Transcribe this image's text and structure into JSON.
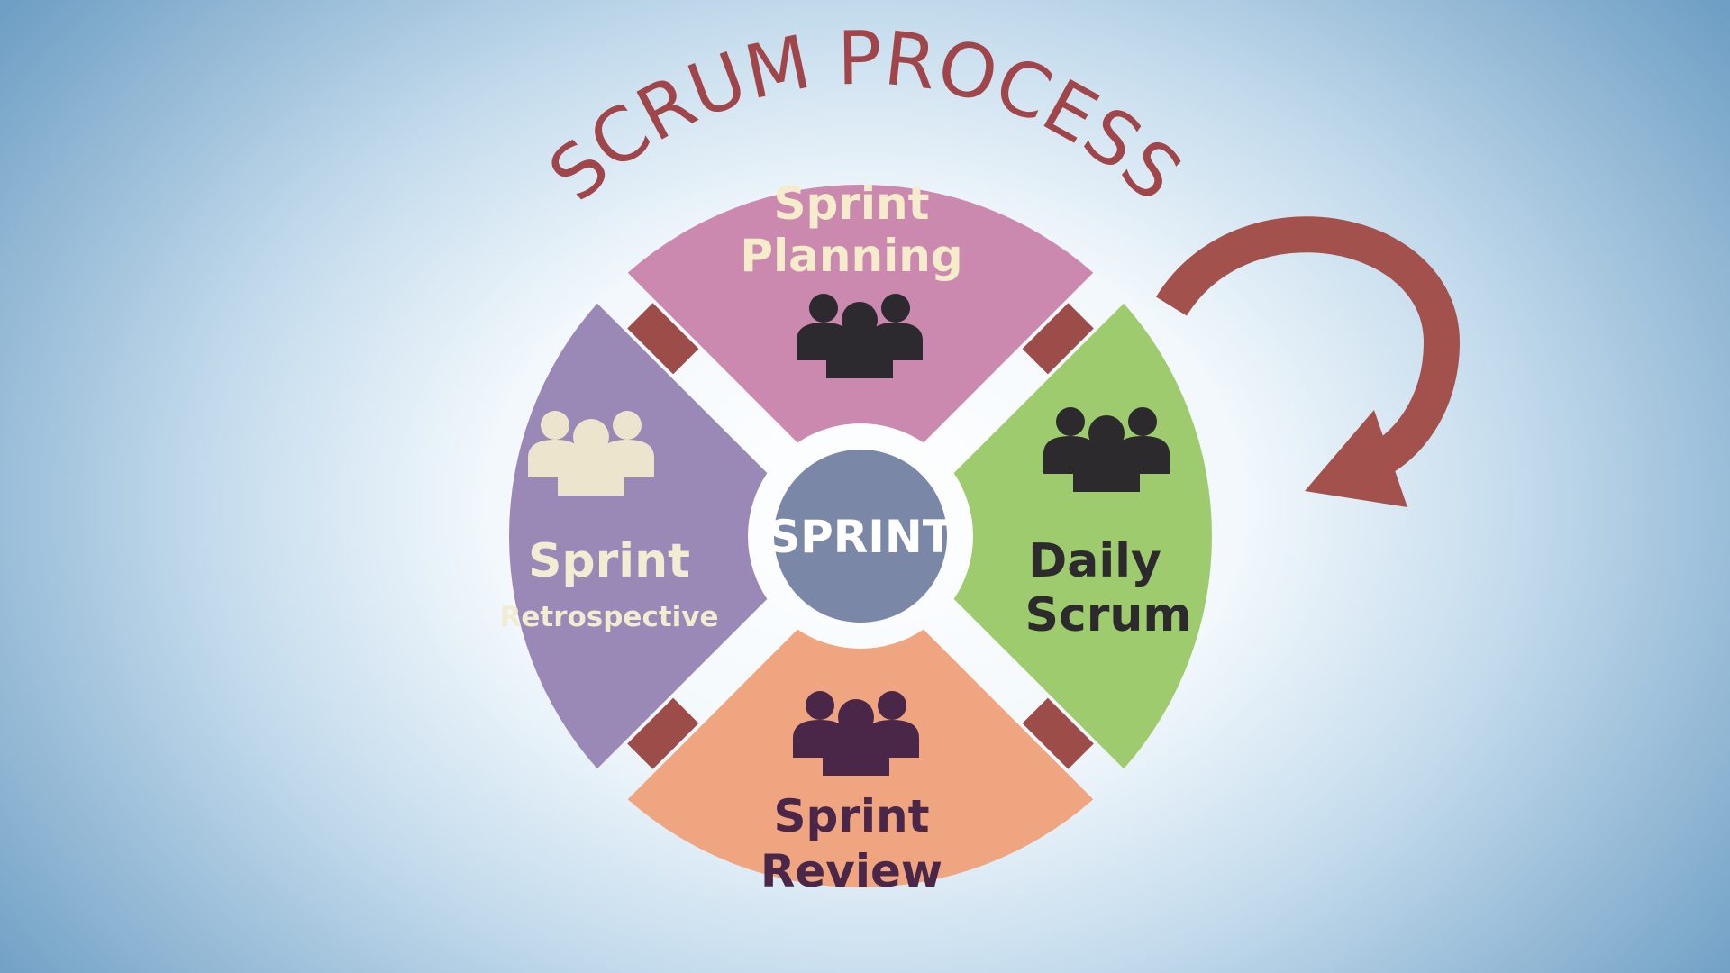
{
  "title": "SCRUM PROCESS",
  "center": {
    "label": "SPRINT",
    "color": "#7b87a6"
  },
  "segments": {
    "planning": {
      "line1": "Sprint",
      "line2": "Planning",
      "color": "#cc89b0",
      "text_color": "#f4eccb",
      "icon_color": "#2c2a2e"
    },
    "daily": {
      "line1": "Daily",
      "line2": "Scrum",
      "color": "#9ecb6e",
      "text_color": "#2d2a2e",
      "icon_color": "#2d2a2e"
    },
    "review": {
      "line1": "Sprint",
      "line2": "Review",
      "color": "#efa57f",
      "text_color": "#4a2748",
      "icon_color": "#4a2748"
    },
    "retro": {
      "line1": "Sprint",
      "line2": "Retrospective",
      "color": "#9a88b6",
      "text_color": "#f2ecd2",
      "icon_color": "#ece4cc"
    }
  },
  "colors": {
    "title": "#a0464a",
    "arrow": "#a2514d",
    "connector": "#9c4d49",
    "background_center": "#ffffff",
    "background_edge": "#6f9fc4"
  },
  "icons": {
    "team": "people-group-icon",
    "cycle": "cycle-arrow-icon"
  }
}
